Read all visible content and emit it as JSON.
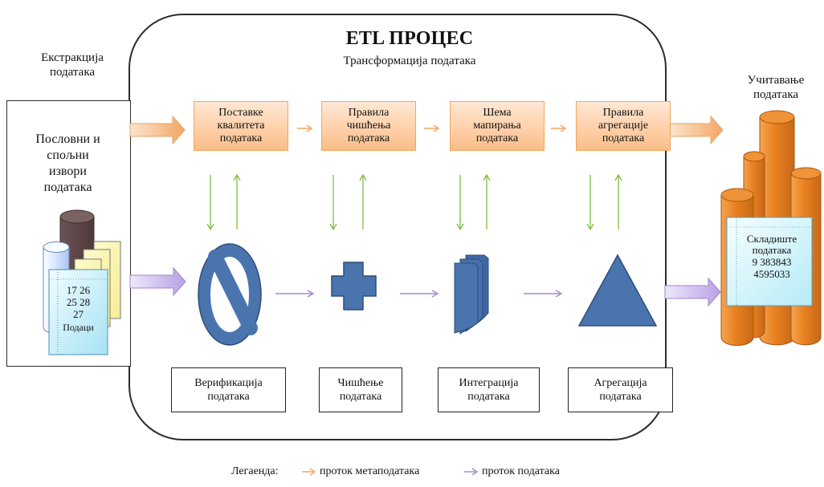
{
  "left_panel": {
    "title": "Екстракција\nподатака",
    "source_label": "Пословни и\nспољни\nизвори\nподатака",
    "data_lines": [
      "17 26",
      "25 28",
      "27",
      "Подаци"
    ]
  },
  "center": {
    "title": "ETL ПРОЦЕС",
    "subtitle": "Трансформација података"
  },
  "right_panel": {
    "title": "Учитавање\nподатака",
    "warehouse_lines": [
      "Складиште",
      "података",
      "9 383843",
      "4595033"
    ]
  },
  "steps": {
    "quality": "Поставке\nквалитета\nподатака",
    "cleaning_rules": "Правила\nчишћења\nподатака",
    "mapping": "Шема\nмапирања\nподатака",
    "aggregation_rules": "Правила\nагрегације\nподатака"
  },
  "bottom_steps": {
    "verification": "Верификација\nподатака",
    "cleaning": "Чишћење\nподатака",
    "integration": "Интеграција\nподатака",
    "aggregation": "Агрегација\nподатака"
  },
  "legend": {
    "label": "Легаенда:",
    "metadata_flow": "проток метаподатака",
    "data_flow": "проток података"
  },
  "colors": {
    "orange_box_border": "#f2a65b",
    "orange_arrow": "#f3a663",
    "purple_arrow": "#a78ad7",
    "green_arrow": "#7fbe42",
    "blue_shape": "#4a74ae",
    "blue_shape_border": "#2f4d79",
    "cylinder_orange": "#e98020"
  }
}
